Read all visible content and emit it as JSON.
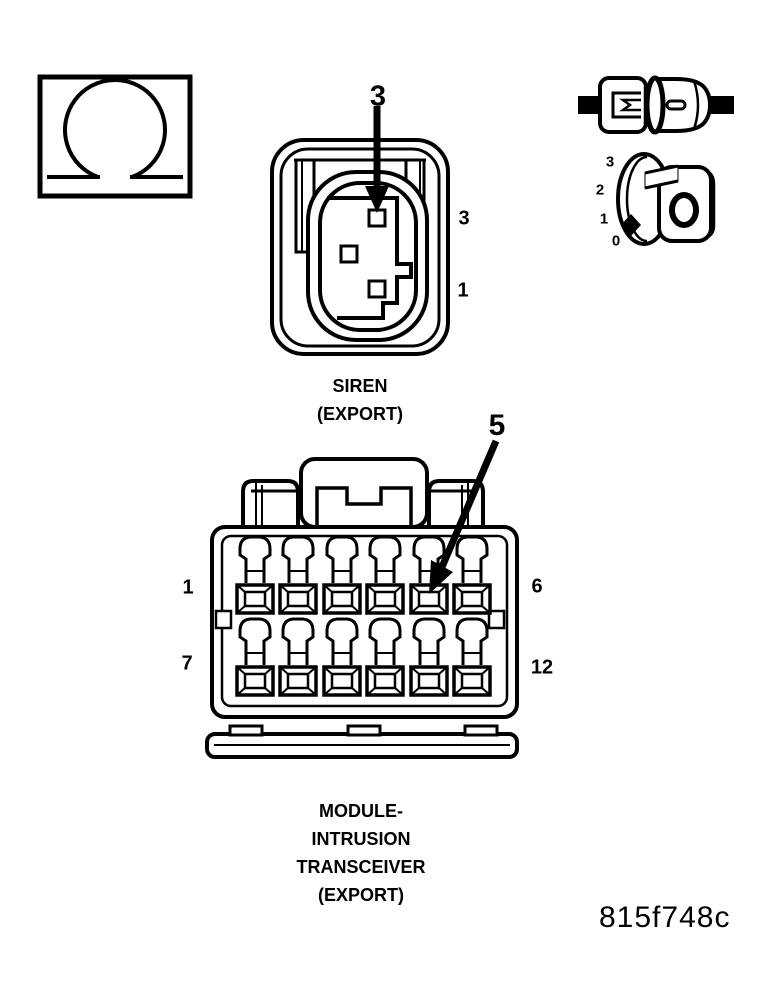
{
  "colors": {
    "line": "#000000",
    "background": "#ffffff"
  },
  "legend": {
    "ohmmeter_icon": "ohmmeter-resistance-test-symbol",
    "disconnect_icon": "connector-disconnect-symbol",
    "ignition_icon": "ignition-key-off-symbol",
    "ignition_positions": {
      "p3": "3",
      "p2": "2",
      "p1": "1",
      "p0": "0"
    }
  },
  "siren": {
    "callout": "3",
    "pin_top_label": "3",
    "pin_bottom_label": "1",
    "caption_line1": "SIREN",
    "caption_line2": "(EXPORT)"
  },
  "module": {
    "callout": "5",
    "pin_row1_left": "1",
    "pin_row1_right": "6",
    "pin_row2_left": "7",
    "pin_row2_right": "12",
    "caption_line1": "MODULE-",
    "caption_line2": "INTRUSION",
    "caption_line3": "TRANSCEIVER",
    "caption_line4": "(EXPORT)"
  },
  "figure_code": "815f748c"
}
